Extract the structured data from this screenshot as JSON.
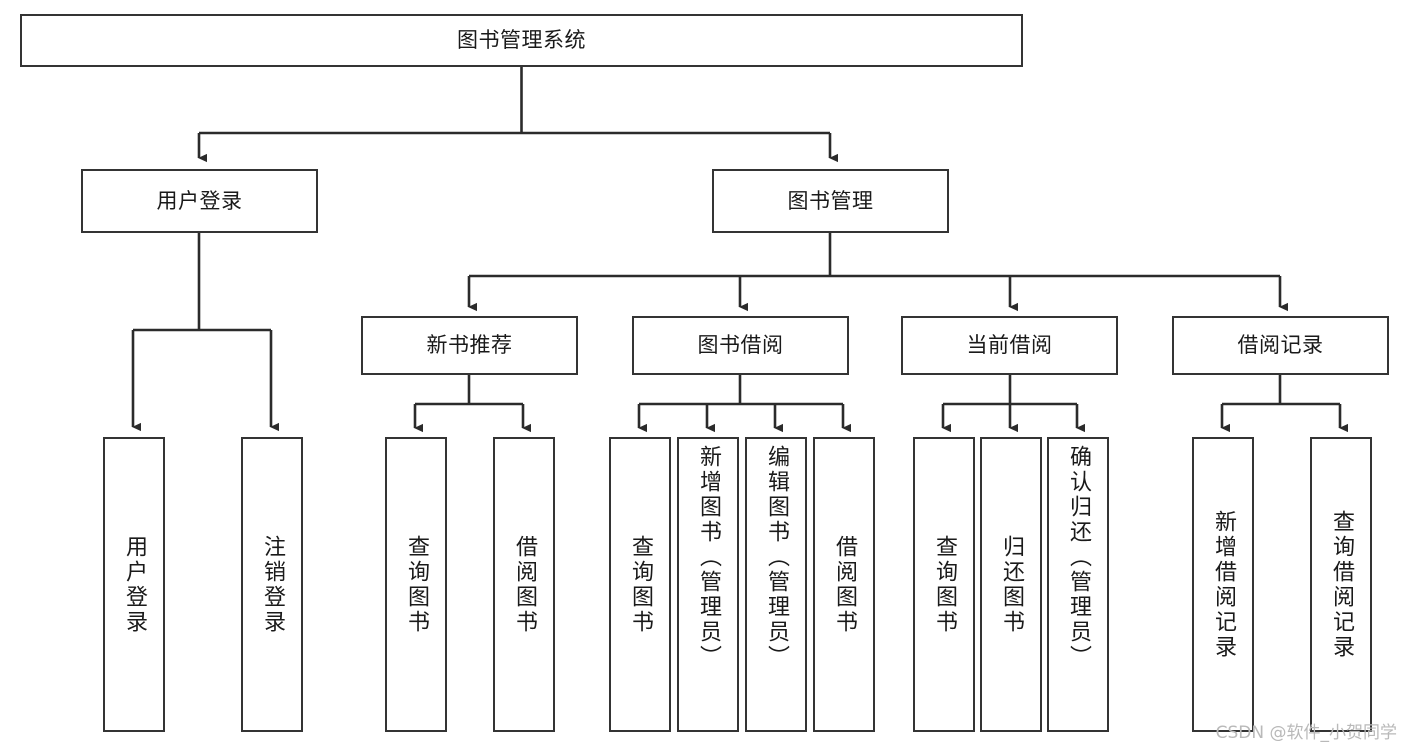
{
  "diagram": {
    "type": "tree-hierarchy-chart",
    "title": "图书管理系统",
    "theme": {
      "background": "#ffffff",
      "box_border": "#343434",
      "box_fill": "#ffffff",
      "connector": "#2b2b2b",
      "text": "#1a1a1a",
      "watermark": "#b9b9b9"
    },
    "root": {
      "id": "root",
      "label": "图书管理系统"
    },
    "level1": [
      {
        "id": "user-login",
        "label": "用户登录"
      },
      {
        "id": "book-manage",
        "label": "图书管理"
      }
    ],
    "level2": [
      {
        "id": "new-book-rec",
        "label": "新书推荐",
        "parent": "book-manage"
      },
      {
        "id": "book-borrow",
        "label": "图书借阅",
        "parent": "book-manage"
      },
      {
        "id": "current-borrow",
        "label": "当前借阅",
        "parent": "book-manage"
      },
      {
        "id": "borrow-record",
        "label": "借阅记录",
        "parent": "book-manage"
      }
    ],
    "leaves": [
      {
        "id": "leaf-user-login",
        "label": "用户登录",
        "parent": "user-login"
      },
      {
        "id": "leaf-logout-login",
        "label": "注销登录",
        "parent": "user-login"
      },
      {
        "id": "leaf-query-book-1",
        "label": "查询图书",
        "parent": "new-book-rec"
      },
      {
        "id": "leaf-borrow-book-1",
        "label": "借阅图书",
        "parent": "new-book-rec"
      },
      {
        "id": "leaf-query-book-2",
        "label": "查询图书",
        "parent": "book-borrow"
      },
      {
        "id": "leaf-add-book",
        "label": "新增图书（管理员）",
        "parent": "book-borrow"
      },
      {
        "id": "leaf-edit-book",
        "label": "编辑图书（管理员）",
        "parent": "book-borrow"
      },
      {
        "id": "leaf-borrow-book-2",
        "label": "借阅图书",
        "parent": "book-borrow"
      },
      {
        "id": "leaf-query-book-3",
        "label": "查询图书",
        "parent": "current-borrow"
      },
      {
        "id": "leaf-return-book",
        "label": "归还图书",
        "parent": "current-borrow"
      },
      {
        "id": "leaf-confirm-return",
        "label": "确认归还（管理员）",
        "parent": "current-borrow"
      },
      {
        "id": "leaf-add-record",
        "label": "新增借阅记录",
        "parent": "borrow-record"
      },
      {
        "id": "leaf-query-record",
        "label": "查询借阅记录",
        "parent": "borrow-record"
      }
    ]
  },
  "watermark": {
    "text": "CSDN @软件_小贺同学"
  }
}
